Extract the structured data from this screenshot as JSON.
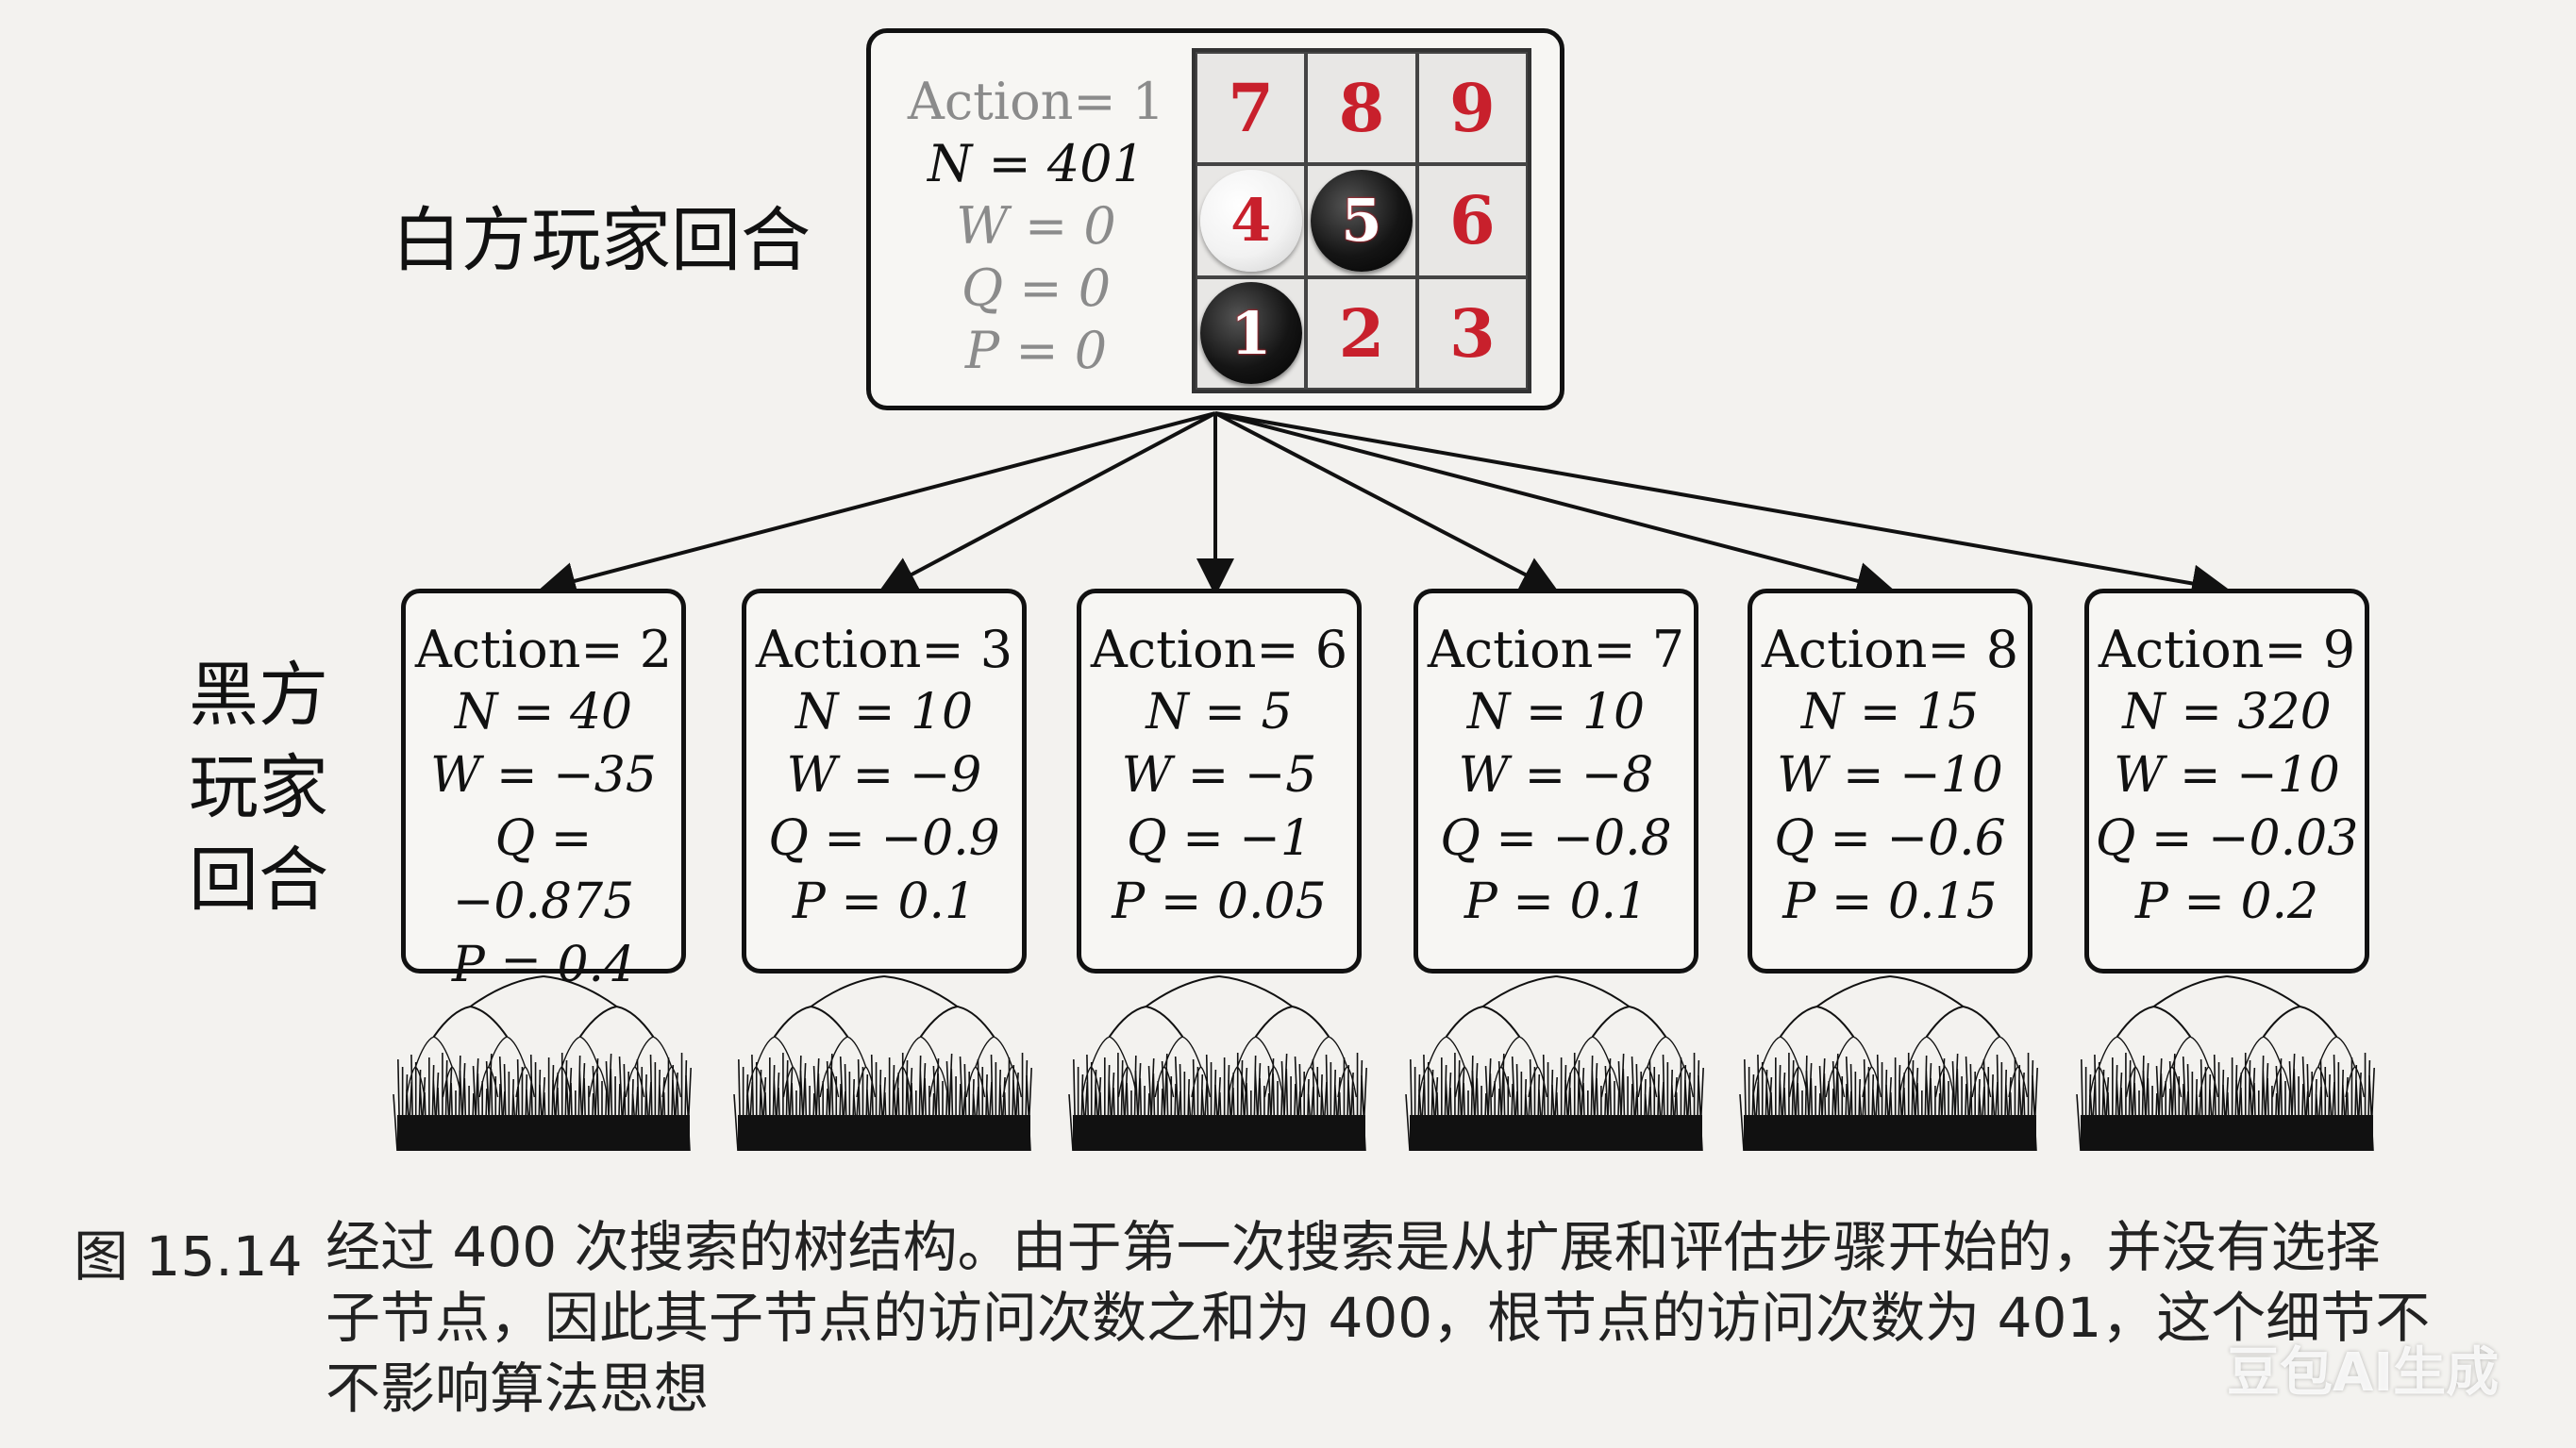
{
  "root": {
    "action": "Action= 1",
    "n": "N = 401",
    "w": "W = 0",
    "q": "Q = 0",
    "p": "P = 0",
    "board": [
      {
        "label": "7",
        "stone": "none"
      },
      {
        "label": "8",
        "stone": "none"
      },
      {
        "label": "9",
        "stone": "none"
      },
      {
        "label": "4",
        "stone": "white"
      },
      {
        "label": "5",
        "stone": "black"
      },
      {
        "label": "6",
        "stone": "none"
      },
      {
        "label": "1",
        "stone": "black"
      },
      {
        "label": "2",
        "stone": "none"
      },
      {
        "label": "3",
        "stone": "none"
      }
    ]
  },
  "labels": {
    "white_turn": "白方玩家回合",
    "black_turn_lines": [
      "黑方",
      "玩家",
      "回合"
    ]
  },
  "children": [
    {
      "action": "Action= 2",
      "n": "N = 40",
      "w": "W = −35",
      "q": "Q = −0.875",
      "p": "P = 0.4"
    },
    {
      "action": "Action= 3",
      "n": "N = 10",
      "w": "W = −9",
      "q": "Q = −0.9",
      "p": "P = 0.1"
    },
    {
      "action": "Action= 6",
      "n": "N = 5",
      "w": "W = −5",
      "q": "Q = −1",
      "p": "P = 0.05"
    },
    {
      "action": "Action= 7",
      "n": "N = 10",
      "w": "W = −8",
      "q": "Q = −0.8",
      "p": "P = 0.1"
    },
    {
      "action": "Action= 8",
      "n": "N = 15",
      "w": "W = −10",
      "q": "Q = −0.6",
      "p": "P = 0.15"
    },
    {
      "action": "Action= 9",
      "n": "N = 320",
      "w": "W = −10",
      "q": "Q = −0.03",
      "p": "P = 0.2"
    }
  ],
  "caption": {
    "figure_no": "图 15.14",
    "lines": [
      "经过 400 次搜索的树结构。由于第一次搜索是从扩展和评估步骤开始的，并没有选择",
      "子节点，因此其子节点的访问次数之和为 400，根节点的访问次数为 401，这个细节不",
      "不影响算法思想"
    ]
  },
  "watermark": "豆包AI生成"
}
